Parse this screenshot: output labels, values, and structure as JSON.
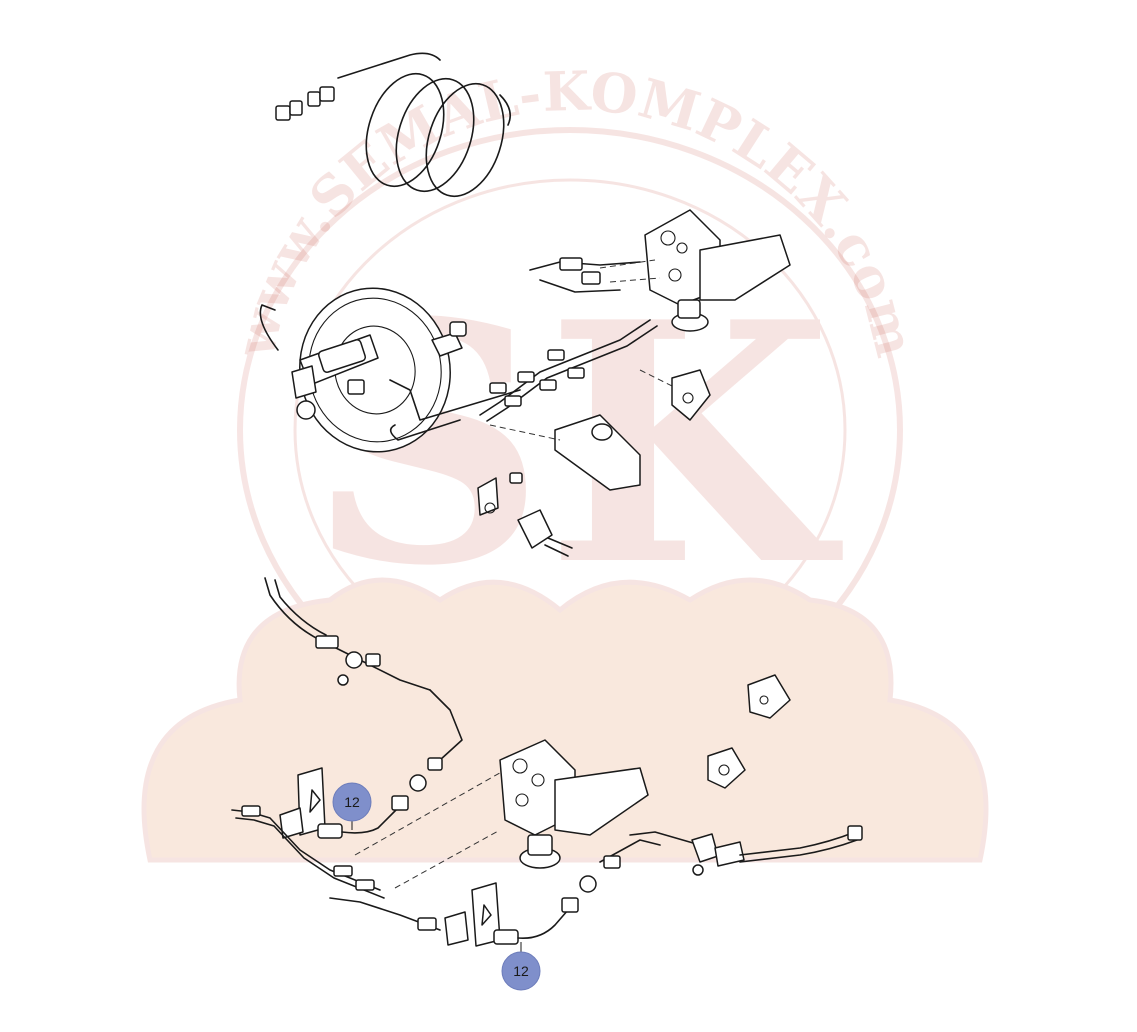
{
  "watermark": {
    "text": "www.SEMAL-KOMPLEX.com",
    "monogram": "SK"
  },
  "callouts": [
    {
      "label": "12"
    },
    {
      "label": "12"
    }
  ]
}
